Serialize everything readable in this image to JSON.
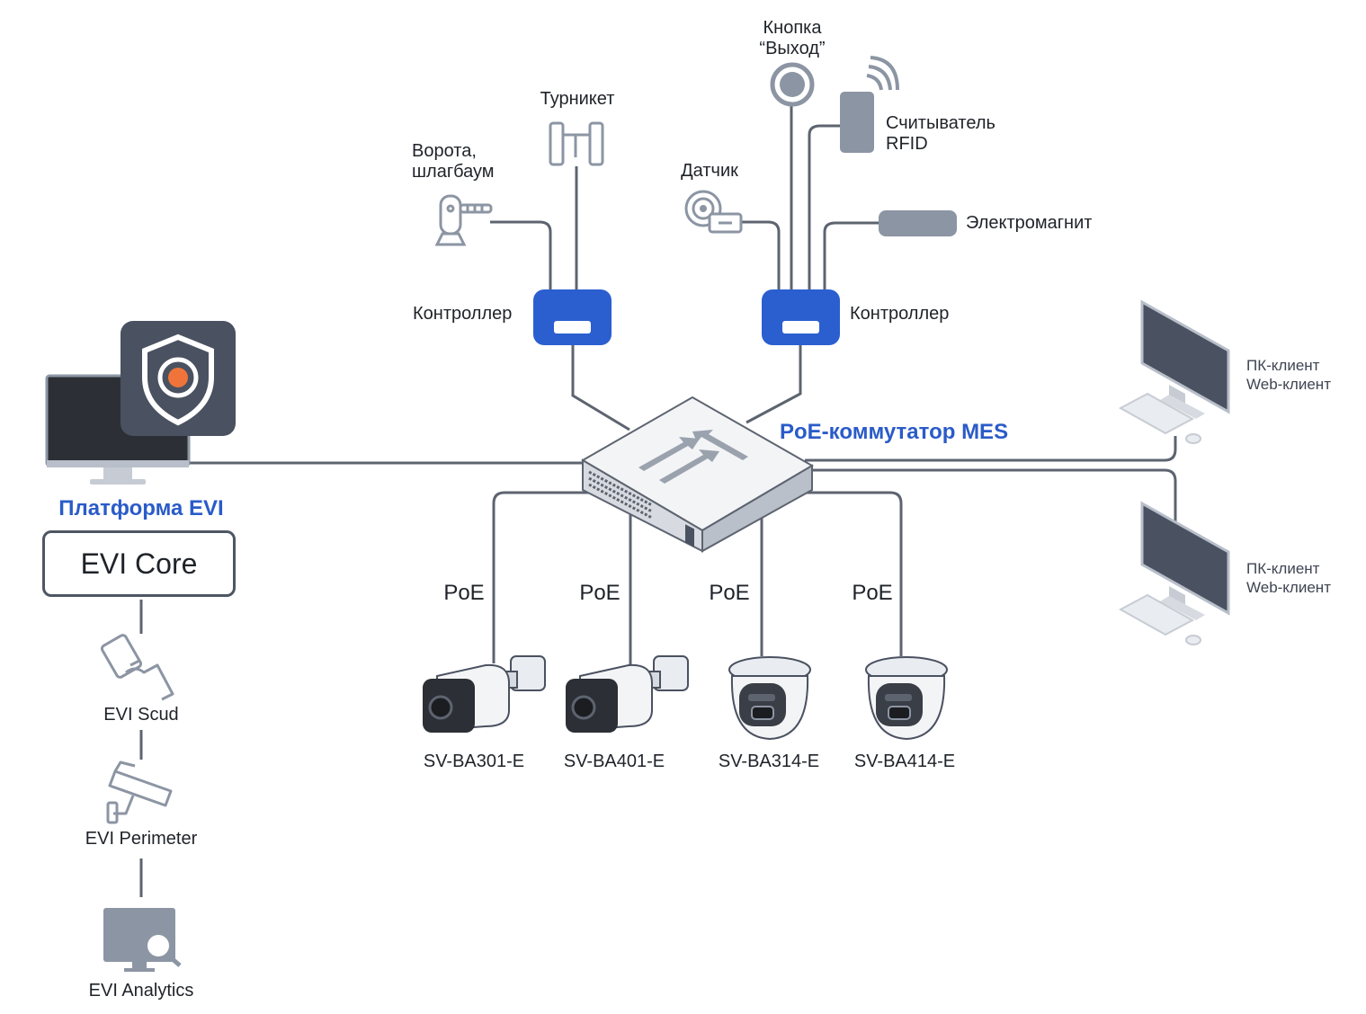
{
  "platform": {
    "title": "Платформа EVI",
    "core": "EVI Core",
    "modules": [
      {
        "name": "EVI Scud",
        "icon": "hand-card-icon"
      },
      {
        "name": "EVI Perimeter",
        "icon": "cctv-camera-icon"
      },
      {
        "name": "EVI Analytics",
        "icon": "analytics-monitor-icon"
      }
    ]
  },
  "switch": {
    "label": "PoE-коммутатор MES"
  },
  "controllers": [
    {
      "label": "Контроллер",
      "devices": [
        {
          "label": "Ворота,\nшлагбаум",
          "icon": "barrier-gate-icon"
        },
        {
          "label": "Турникет",
          "icon": "turnstile-icon"
        }
      ]
    },
    {
      "label": "Контроллер",
      "devices": [
        {
          "label": "Датчик",
          "icon": "sensor-icon"
        },
        {
          "label": "Кнопка\n“Выход”",
          "icon": "exit-button-icon"
        },
        {
          "label": "Считыватель\nRFID",
          "icon": "rfid-reader-icon"
        },
        {
          "label": "Электромагнит",
          "icon": "electromagnet-icon"
        }
      ]
    }
  ],
  "clients": [
    {
      "line1": "ПК-клиент",
      "line2": "Web-клиент"
    },
    {
      "line1": "ПК-клиент",
      "line2": "Web-клиент"
    }
  ],
  "cameras": [
    {
      "link": "PoE",
      "model": "SV-BA301-E",
      "kind": "bullet"
    },
    {
      "link": "PoE",
      "model": "SV-BA401-E",
      "kind": "bullet"
    },
    {
      "link": "PoE",
      "model": "SV-BA314-E",
      "kind": "dome"
    },
    {
      "link": "PoE",
      "model": "SV-BA414-E",
      "kind": "dome"
    }
  ],
  "colors": {
    "accent_blue": "#2a5bc8",
    "controller_blue": "#2b5fd0",
    "line_gray": "#5d6470",
    "device_gray": "#8c95a3",
    "dark_slate": "#4a5160",
    "orange": "#f0743a"
  }
}
